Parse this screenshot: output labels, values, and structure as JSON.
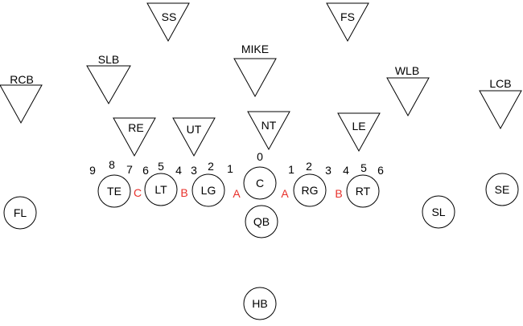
{
  "colors": {
    "stroke": "#000000",
    "text": "#000000",
    "gap": "#e8302a",
    "background": "#ffffff"
  },
  "defense": [
    {
      "label": "SS",
      "pos": "safety-strong"
    },
    {
      "label": "FS",
      "pos": "safety-free"
    },
    {
      "label": "SLB",
      "pos": "lb-strong"
    },
    {
      "label": "MIKE",
      "pos": "lb-middle"
    },
    {
      "label": "WLB",
      "pos": "lb-weak"
    },
    {
      "label": "RCB",
      "pos": "cb-right"
    },
    {
      "label": "LCB",
      "pos": "cb-left"
    },
    {
      "label": "RE",
      "pos": "end-right"
    },
    {
      "label": "UT",
      "pos": "tackle-under"
    },
    {
      "label": "NT",
      "pos": "tackle-nose"
    },
    {
      "label": "LE",
      "pos": "end-left"
    }
  ],
  "offense": [
    {
      "label": "FL",
      "pos": "flanker"
    },
    {
      "label": "TE",
      "pos": "tight-end"
    },
    {
      "label": "LT",
      "pos": "left-tackle"
    },
    {
      "label": "LG",
      "pos": "left-guard"
    },
    {
      "label": "C",
      "pos": "center"
    },
    {
      "label": "RG",
      "pos": "right-guard"
    },
    {
      "label": "RT",
      "pos": "right-tackle"
    },
    {
      "label": "SL",
      "pos": "slot"
    },
    {
      "label": "SE",
      "pos": "split-end"
    },
    {
      "label": "QB",
      "pos": "quarterback"
    },
    {
      "label": "HB",
      "pos": "halfback"
    }
  ],
  "techniques": [
    {
      "label": "9"
    },
    {
      "label": "8"
    },
    {
      "label": "7"
    },
    {
      "label": "6"
    },
    {
      "label": "5"
    },
    {
      "label": "4"
    },
    {
      "label": "3"
    },
    {
      "label": "2"
    },
    {
      "label": "1"
    },
    {
      "label": "0"
    },
    {
      "label": "1"
    },
    {
      "label": "2"
    },
    {
      "label": "3"
    },
    {
      "label": "4"
    },
    {
      "label": "5"
    },
    {
      "label": "6"
    }
  ],
  "gaps": [
    {
      "label": "C"
    },
    {
      "label": "B"
    },
    {
      "label": "A"
    },
    {
      "label": "A"
    },
    {
      "label": "B"
    },
    {
      "label": "C"
    }
  ]
}
